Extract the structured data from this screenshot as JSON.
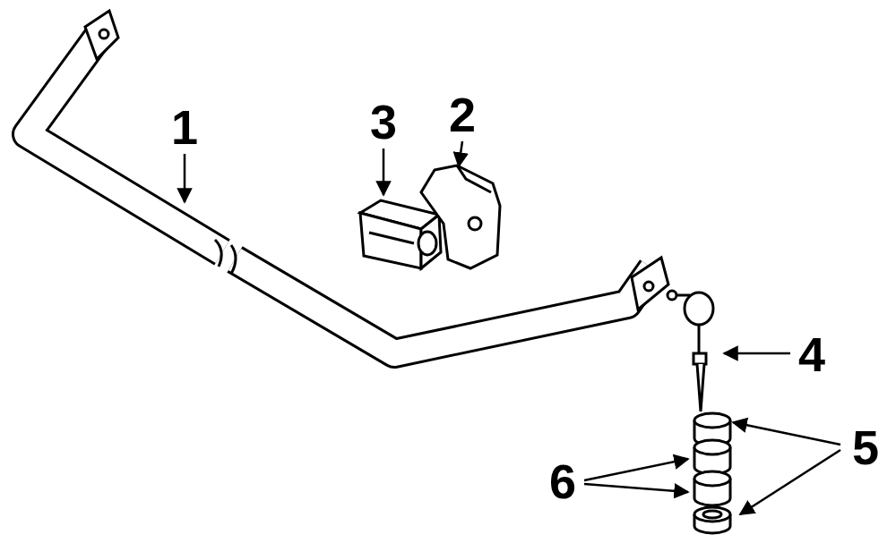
{
  "diagram": {
    "labels": [
      "1",
      "3",
      "2",
      "4",
      "5",
      "6"
    ]
  }
}
